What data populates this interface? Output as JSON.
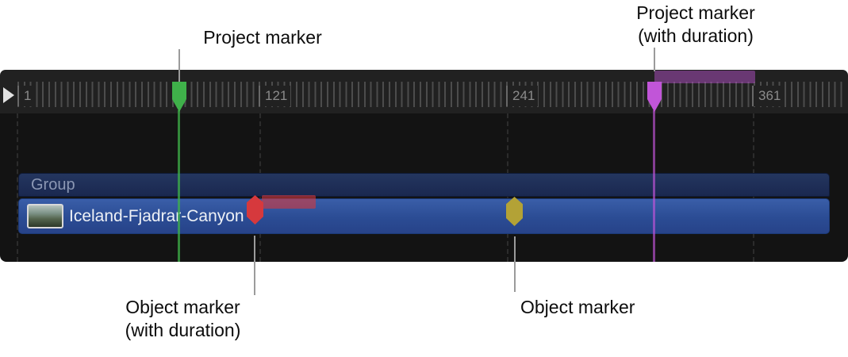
{
  "callouts": {
    "project_marker": {
      "label": "Project marker"
    },
    "project_marker_with_duration": {
      "line1": "Project marker",
      "line2": "(with duration)"
    },
    "object_marker_with_duration": {
      "line1": "Object marker",
      "line2": "(with duration)"
    },
    "object_marker": {
      "label": "Object marker"
    }
  },
  "ruler": {
    "labels": [
      "1",
      "121",
      "241",
      "361"
    ]
  },
  "tracks": {
    "group": {
      "label": "Group"
    },
    "clip": {
      "label": "Iceland-Fjadrar-Canyon"
    }
  },
  "markers": {
    "project_green": {
      "color": "#3fb14a",
      "line_color": "rgba(63,177,74,0.75)"
    },
    "project_purple": {
      "color": "#c155d8",
      "line_color": "rgba(193,85,216,0.65)",
      "duration_fill": "rgba(193,85,216,0.45)"
    },
    "object_red": {
      "color": "#d6393d",
      "duration_fill": "rgba(214,57,61,0.6)"
    },
    "object_yellow": {
      "color": "#b3a236"
    }
  },
  "colors": {
    "ruler_bg": "#212121",
    "content_bg": "#131313",
    "group_bar": "#1d2c52",
    "clip_bar": "#2d4f95",
    "callout_line": "#9b9b9b",
    "tick": "#4c4c4c",
    "ruler_label_text": "#8b8b8b"
  }
}
